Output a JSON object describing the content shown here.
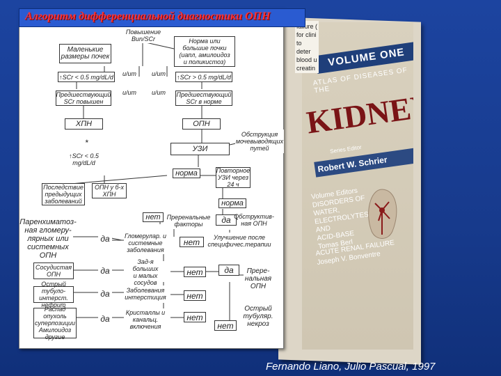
{
  "title": "Алгоритм дифференциальной диагностики ОПН",
  "credit": "Fernando Liano, Julio Pascual, 1997",
  "book": {
    "strip": "failure (\nfor clini\nto deter\nblood u\ncreatin",
    "volume": "VOLUME ONE",
    "atlas": "ATLAS OF DISEASES OF THE",
    "kidney": "KIDNEY",
    "series": "Series Editor",
    "editor": "Robert W. Schrier",
    "volinfo": "Volume Editors\nDISORDERS OF WATER,\nELECTROLYTES, AND\nACID-BASE\nTomas Berl",
    "arf": "ACUTE RENAL FAILURE\nJoseph V. Bonventre"
  },
  "flow": {
    "rise": "Повышение\nBun/SCr",
    "small": "Маленькие\nразмеры почек",
    "norm_kidney": "Норма или\nбольшие почки\n(иапл, амилоидоз\nи поликистоз)",
    "scr_low": "↑SCr < 0.5 mg/dL/d",
    "scr_high": "↑SCr > 0.5 mg/dL/d",
    "um1": "u/um",
    "um2": "u/um",
    "um3": "u/um",
    "um4": "u/um",
    "prev_high": "Предшествующий\nSCr повышен",
    "prev_norm": "Предшествующий\nSCr в норме",
    "hpn": "ХПН",
    "opn": "ОПН",
    "obstruction": "Обструкция\nмочевыводящих\nпутей",
    "uzi": "УЗИ",
    "star": "*",
    "scr_low2": "↑SCr < 0.5 mg/dL/d",
    "norma1": "норма",
    "repeat_uzi": "Повторное\nУЗИ через\n24 ч",
    "consequence": "Последствие\nпредыдущих\nзаболеваний",
    "opn_hpn": "ОПН у б-х\nХПН",
    "norma2": "норма",
    "net1": "нет",
    "prerenal": "Преренальные\nфакторы",
    "da1": "да",
    "obstructive": "Обструктив-\nная ОПН",
    "parenchymal": "Паренхиматоз-\nная гломеру-\nлярных или\nсистемных ОПН",
    "da2": "да",
    "glomerular": "Гломерулар. и\nсистемные\nзаболевания",
    "net2": "нет",
    "improvement": "Улучшение после\nспецифичес.терапии",
    "vascular": "Сосудистая\nОПН",
    "da3": "да",
    "vessels": "Зад-я больших\nи малых сосудов",
    "net3": "нет",
    "da4": "да",
    "prerenal_opn": "Прере-\nнальная\nОПН",
    "tubulo": "Острый тубуло-\nинтерст. нефрит",
    "da5": "да",
    "interstitial": "Заболевания\nинтерстиция",
    "net4": "нет",
    "tubule_obstr": "Распад опухоль\nсуперпозиции\nАмилоидоз\nдругие",
    "da6": "да",
    "crystals": "Кристаллы и\nканальц.\nвключения",
    "net5": "нет",
    "net6": "нет",
    "atn": "Острый\nтубуляр.\nнекроз"
  }
}
